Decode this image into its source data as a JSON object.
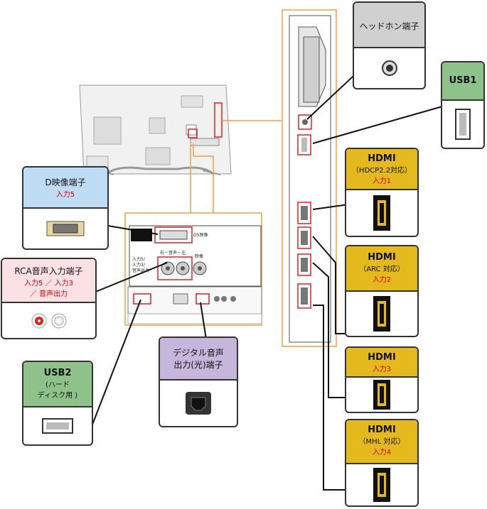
{
  "callouts": {
    "headphone": {
      "title": "ヘッドホン端子"
    },
    "usb1": {
      "title": "USB1"
    },
    "hdmi1": {
      "title": "HDMI",
      "subtitle": "（HDCP2.2対応）",
      "input": "入力1"
    },
    "hdmi2": {
      "title": "HDMI",
      "subtitle": "（ARC 対応）",
      "input": "入力2"
    },
    "hdmi3": {
      "title": "HDMI",
      "input": "入力3"
    },
    "hdmi4": {
      "title": "HDMI",
      "subtitle": "（MHL 対応）",
      "input": "入力4"
    },
    "d_video": {
      "title": "D映像端子",
      "input": "入力5"
    },
    "rca": {
      "title": "RCA音声入力端子",
      "inputs": "入力5 ／ 入力3",
      "output": "／ 音声出力"
    },
    "usb2": {
      "title": "USB2",
      "line1": "(ハード",
      "line2": "ディスク用 )"
    },
    "optical": {
      "line1": "デジタル音声",
      "line2": "出力(光)端子"
    }
  },
  "panel_labels": {
    "d5": "D5映像",
    "lr": "右－音声－左",
    "in5": "入力5/",
    "in3": "入力3/",
    "audio_out": "音声出力",
    "video": "映像"
  },
  "colors": {
    "accent_orange": "#f0a040",
    "highlight_red": "#e02020",
    "hdmi_yellow": "#e4b91e",
    "usb_green": "#8fc18a",
    "headphone_gray": "#d0d0d0",
    "d_blue": "#bfdcf5",
    "rca_pink": "#fbe0e4",
    "optical_purple": "#c7b6db"
  }
}
